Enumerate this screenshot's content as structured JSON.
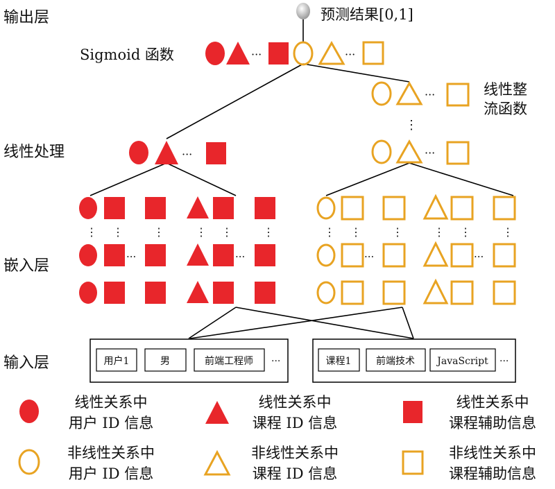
{
  "colors": {
    "red": "#e8262b",
    "orange": "#e8a322",
    "line": "#000000",
    "node": "#dddddd"
  },
  "layers": {
    "output": "输出层",
    "linear": "线性处理",
    "embedding": "嵌入层",
    "input": "输入层"
  },
  "labels": {
    "prediction": "预测结果[0,1]",
    "sigmoid": "Sigmoid 函数",
    "relu_line1": "线性整",
    "relu_line2": "流函数",
    "dots": "···",
    "vdots": "⋮"
  },
  "inputs": {
    "user": [
      "用户1",
      "男",
      "前端工程师",
      "···"
    ],
    "course": [
      "课程1",
      "前端技术",
      "JavaScript",
      "···"
    ]
  },
  "legend": [
    {
      "shape": "circle",
      "style": "filled",
      "line1": "线性关系中",
      "line2": "用户 ID 信息"
    },
    {
      "shape": "triangle",
      "style": "filled",
      "line1": "线性关系中",
      "line2": "课程 ID 信息"
    },
    {
      "shape": "square",
      "style": "filled",
      "line1": "线性关系中",
      "line2": "课程辅助信息"
    },
    {
      "shape": "circle",
      "style": "outline",
      "line1": "非线性关系中",
      "line2": "用户 ID 信息"
    },
    {
      "shape": "triangle",
      "style": "outline",
      "line1": "非线性关系中",
      "line2": "课程 ID 信息"
    },
    {
      "shape": "square",
      "style": "outline",
      "line1": "非线性关系中",
      "line2": "课程辅助信息"
    }
  ]
}
